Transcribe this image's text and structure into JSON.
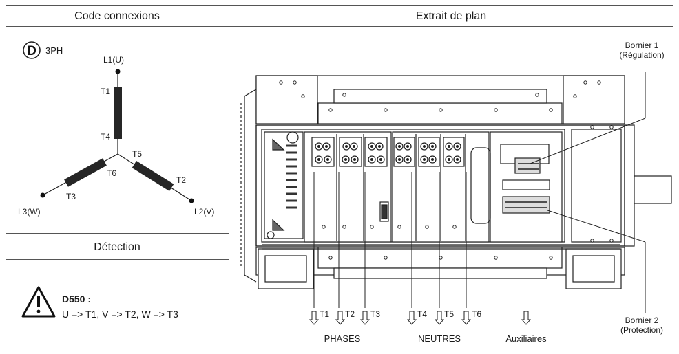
{
  "headers": {
    "left": "Code connexions",
    "right": "Extrait de plan",
    "detection": "Détection"
  },
  "connection": {
    "badge": "D",
    "type": "3PH",
    "terminals": {
      "l1": "L1(U)",
      "l2": "L2(V)",
      "l3": "L3(W)",
      "t1": "T1",
      "t2": "T2",
      "t3": "T3",
      "t4": "T4",
      "t5": "T5",
      "t6": "T6"
    }
  },
  "detection": {
    "model": "D550 :",
    "mapping": "U => T1, V => T2, W => T3"
  },
  "plan": {
    "bornier1_line1": "Bornier 1",
    "bornier1_line2": "(Régulation)",
    "bornier2_line1": "Bornier 2",
    "bornier2_line2": "(Protection)",
    "arrows": [
      "T1",
      "T2",
      "T3",
      "T4",
      "T5",
      "T6"
    ],
    "groups": {
      "phases": "PHASES",
      "neutres": "NEUTRES",
      "auxiliaires": "Auxiliaires"
    }
  }
}
